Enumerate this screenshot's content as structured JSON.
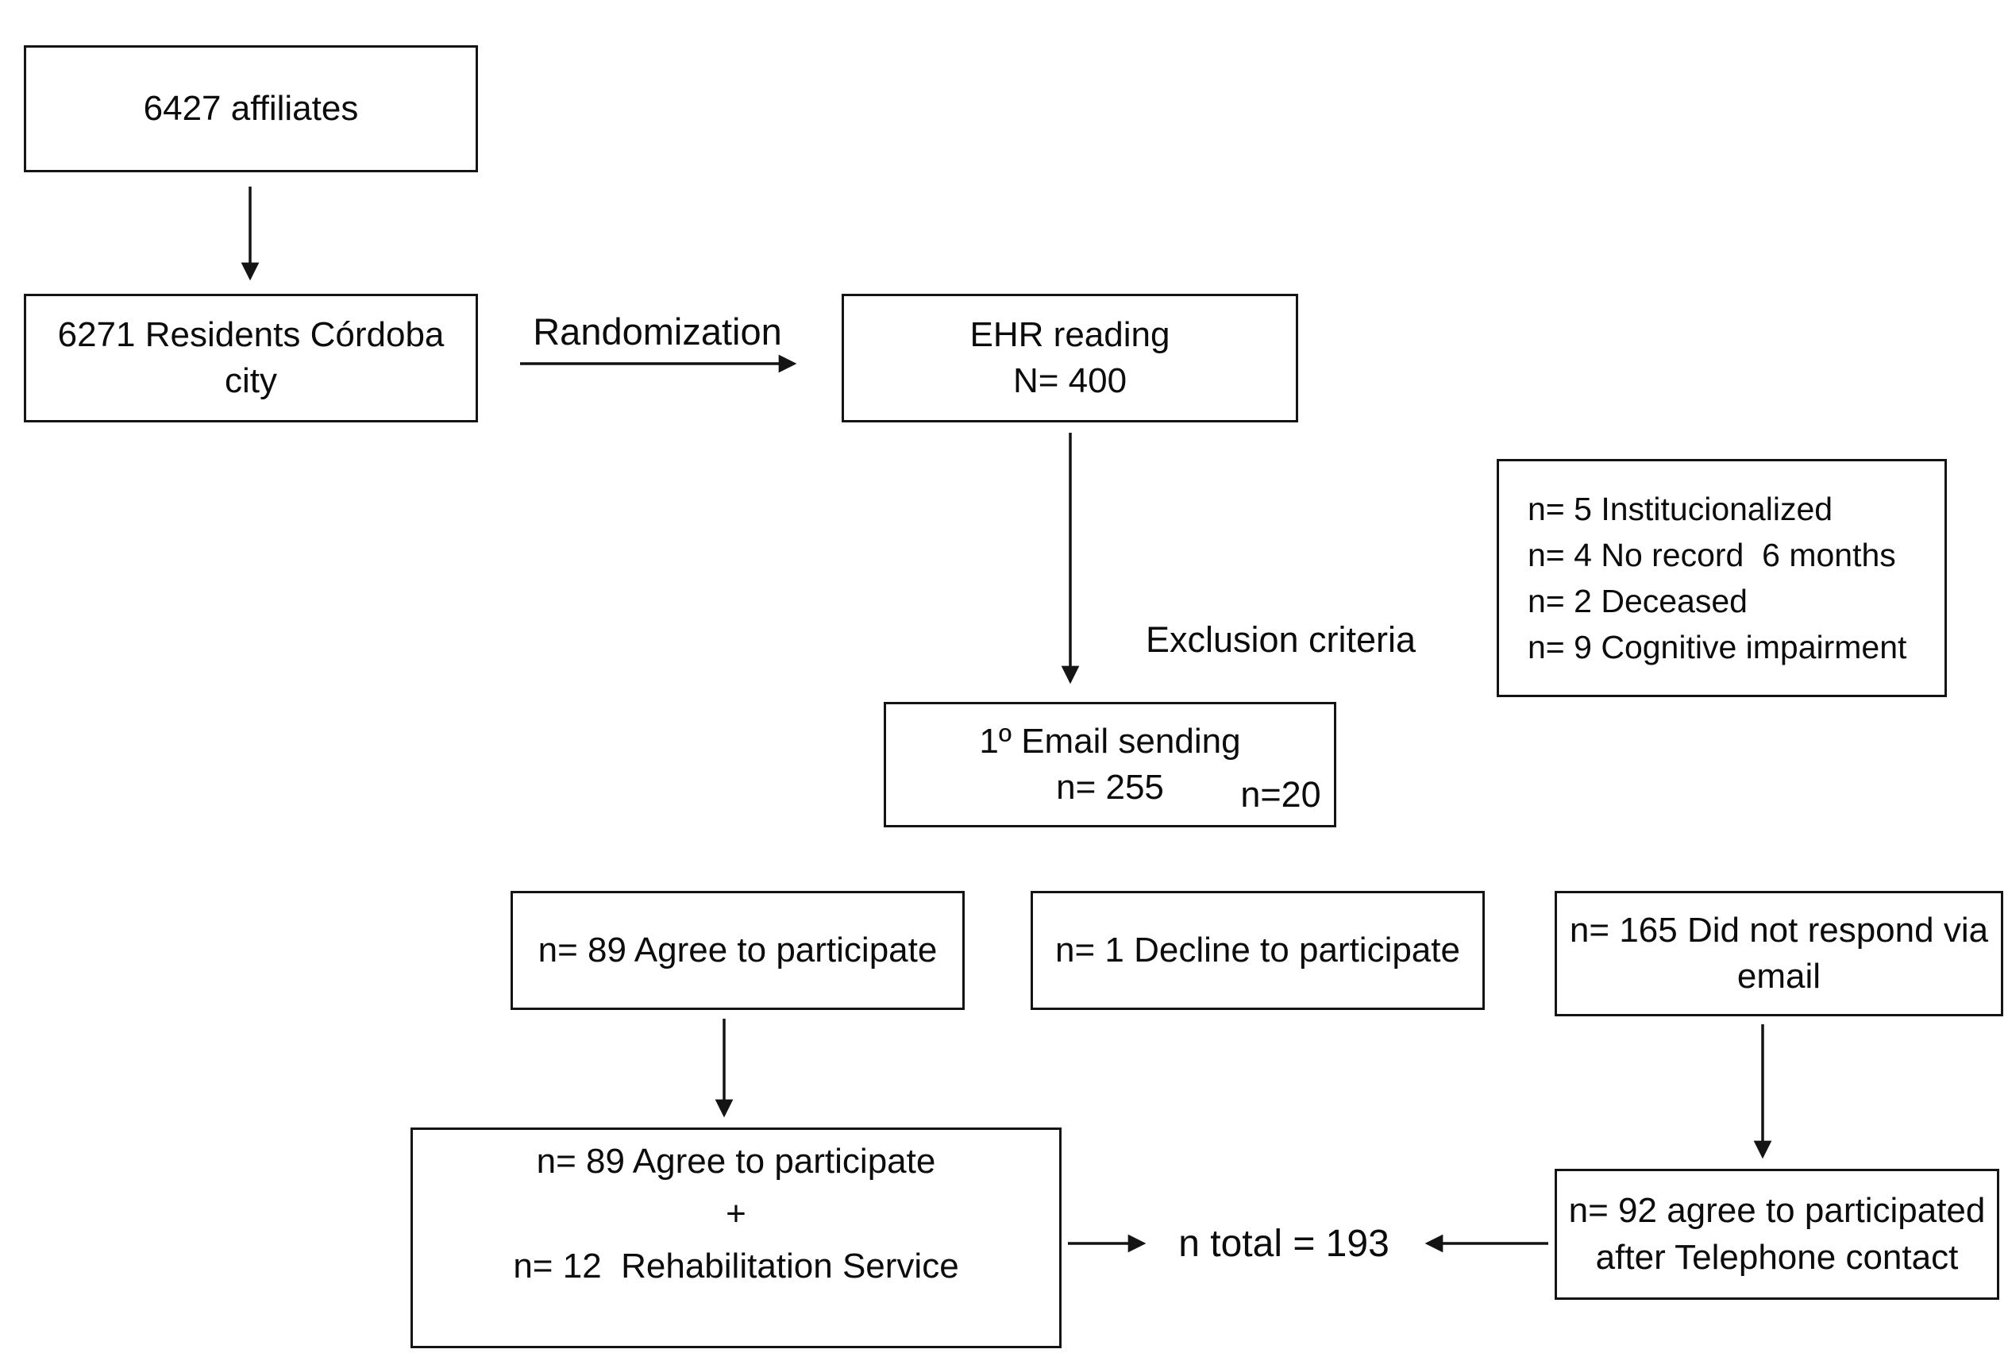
{
  "colors": {
    "background": "#ffffff",
    "ink": "#141414"
  },
  "flowchart": {
    "boxes": {
      "affiliates": {
        "lines": [
          "6427 affiliates"
        ]
      },
      "residents": {
        "lines": [
          "6271 Residents Córdoba",
          "city"
        ]
      },
      "ehr_reading": {
        "lines": [
          "EHR reading",
          "N= 400"
        ]
      },
      "exclusion_list": {
        "lines": [
          "n= 5 Institucionalized",
          "n= 4 No record  6 months",
          "n= 2 Deceased",
          "n= 9 Cognitive impairment"
        ]
      },
      "email_sending": {
        "lines": [
          "1º Email sending",
          "n= 255"
        ]
      },
      "agree_email": {
        "lines": [
          "n= 89 Agree to participate"
        ]
      },
      "decline_email": {
        "lines": [
          "n= 1 Decline to participate"
        ]
      },
      "no_response_email": {
        "lines": [
          "n= 165 Did not respond via",
          "email"
        ]
      },
      "combined_total": {
        "lines": [
          "n= 89 Agree to participate",
          "+",
          "n= 12  Rehabilitation Service"
        ]
      },
      "phone_agree": {
        "lines": [
          "n= 92 agree to participated",
          "after Telephone contact"
        ]
      }
    },
    "labels": {
      "randomization": "Randomization",
      "exclusion_line1": "Exclusion criteria",
      "exclusion_line2": "n=20",
      "n_total": "n total = 193"
    }
  }
}
